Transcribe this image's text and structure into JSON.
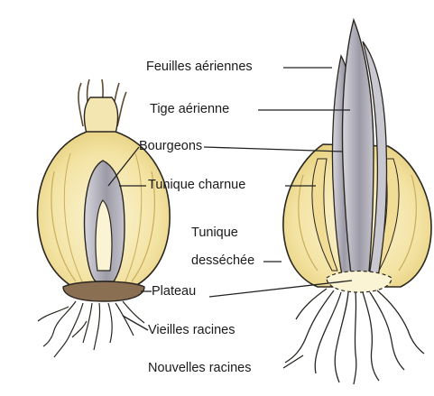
{
  "labels": {
    "feuilles_aeriennes": "Feuilles aériennes",
    "tige_aerienne": "Tige aérienne",
    "bourgeons": "Bourgeons",
    "tunique_charnue": "Tunique charnue",
    "tunique_line1": "Tunique",
    "tunique_line2": "desséchée",
    "plateau": "Plateau",
    "vieilles_racines": "Vieilles racines",
    "nouvelles_racines": "Nouvelles racines"
  },
  "colors": {
    "bulb_yellow": "#f3e3a3",
    "bulb_light": "#fbf4d4",
    "bud_gray": "#9c9aa6",
    "bud_light": "#cfcdd6",
    "plateau_brown": "#8b6f52",
    "outline": "#2a2620",
    "leader": "#222222"
  }
}
